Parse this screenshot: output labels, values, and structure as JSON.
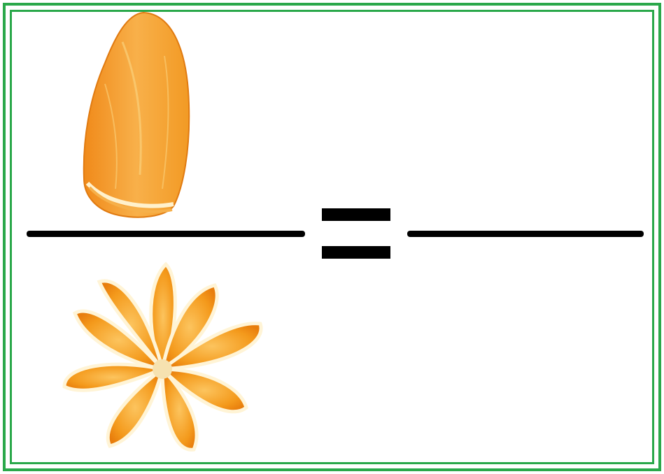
{
  "worksheet": {
    "border_color": "#2aa84a",
    "line_color": "#000000",
    "numerator_image": "orange-wedge",
    "denominator_image": "orange-segments-whole",
    "operator": "equals-sign",
    "answer_blank": "empty-fraction-line"
  }
}
